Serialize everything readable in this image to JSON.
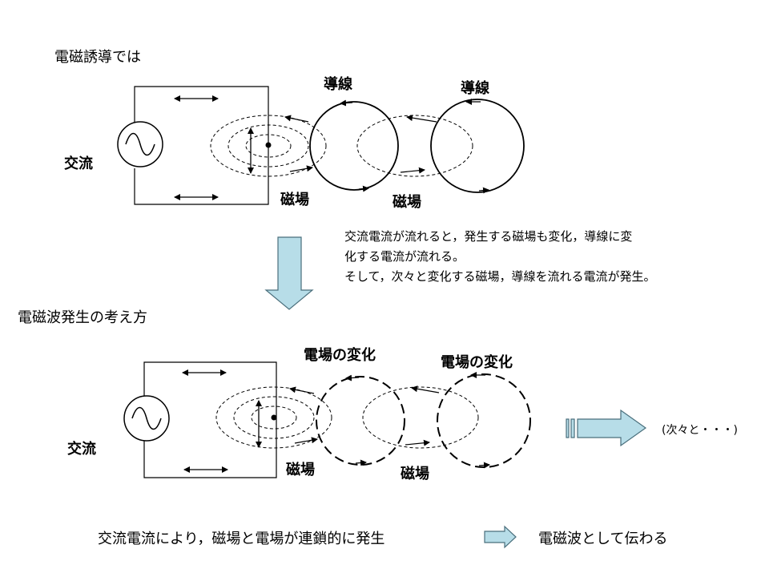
{
  "top": {
    "title": "電磁誘導では",
    "ac_label": "交流",
    "wire_label_1": "導線",
    "wire_label_2": "導線",
    "magnetic_label_1": "磁場",
    "magnetic_label_2": "磁場",
    "explanation": [
      "交流電流が流れると，発生する磁場も変化，導線に変",
      "化する電流が流れる。",
      "そして，次々と変化する磁場，導線を流れる電流が発生。"
    ]
  },
  "bottom": {
    "title": "電磁波発生の考え方",
    "ac_label": "交流",
    "electric_label_1": "電場の変化",
    "electric_label_2": "電場の変化",
    "magnetic_label_1": "磁場",
    "magnetic_label_2": "磁場",
    "next_label": "(次々と・・・)"
  },
  "footer": {
    "left_text": "交流電流により，磁場と電場が連鎖的に発生",
    "right_text": "電磁波として伝わる"
  },
  "colors": {
    "arrow_fill": "#b7dde8",
    "line": "#000000"
  }
}
